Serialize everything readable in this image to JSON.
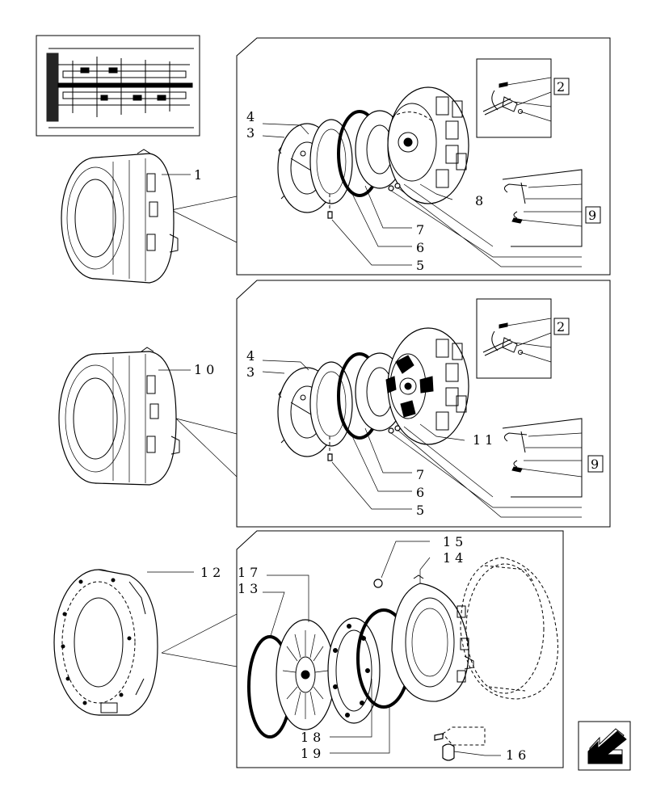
{
  "labels": {
    "p1": "1",
    "p3a": "3",
    "p4a": "4",
    "p5a": "5",
    "p6a": "6",
    "p7a": "7",
    "p8": "8",
    "p2a": "2",
    "p9a": "9",
    "p10": "10",
    "p3b": "3",
    "p4b": "4",
    "p5b": "5",
    "p6b": "6",
    "p7b": "7",
    "p11": "11",
    "p2b": "2",
    "p9b": "9",
    "p12": "12",
    "p13": "13",
    "p14": "14",
    "p15": "15",
    "p16": "16",
    "p17": "17",
    "p18": "18",
    "p19": "19"
  },
  "icons": {
    "overview": "transmission-overview-icon",
    "nav": "previous-page-arrow-icon"
  }
}
